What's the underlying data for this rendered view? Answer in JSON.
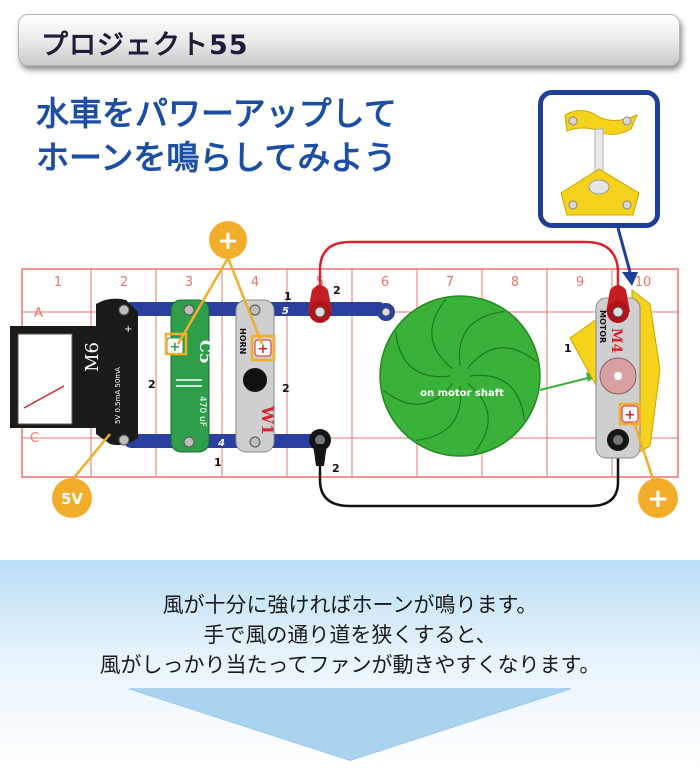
{
  "header": {
    "title": "プロジェクト55"
  },
  "headline": {
    "line1": "水車をパワーアップして",
    "line2": "ホーンを鳴らしてみよう"
  },
  "inset": {
    "description_icon": "fan-blade-on-motor-icon"
  },
  "grid": {
    "columns": [
      "1",
      "2",
      "3",
      "4",
      "5",
      "6",
      "7",
      "8",
      "9",
      "10"
    ],
    "rows": [
      "A",
      "C"
    ]
  },
  "components": {
    "m6": {
      "code": "M6",
      "sub": "5V 0.5mA 50mA",
      "plus": "+"
    },
    "c5": {
      "code": "C5",
      "value": "470 uF",
      "plus": "+"
    },
    "w1": {
      "code": "W1",
      "name": "HORN",
      "plus": "+"
    },
    "m4": {
      "code": "M4",
      "name": "MOTOR",
      "plus": "+"
    }
  },
  "labels": {
    "plus": "+",
    "volt": "5V",
    "fan": "on motor shaft",
    "wire5": "5",
    "wire4": "4",
    "n1a": "1",
    "n2a": "2",
    "n2b": "2",
    "n1b": "1",
    "n2c": "2",
    "n2d": "2",
    "n1c": "1"
  },
  "footer": {
    "line1": "風が十分に強ければホーンが鳴ります。",
    "line2": "手で風の通り道を狭くすると、",
    "line3": "風がしっかり当たってファンが動きやすくなります。"
  },
  "colors": {
    "title": "#1c4fa3",
    "grid": "#e8746a",
    "wire_blue": "#2b3f9f",
    "fan": "#3ab23a",
    "badge": "#f2ad2a",
    "motor_base": "#f5d21c"
  }
}
